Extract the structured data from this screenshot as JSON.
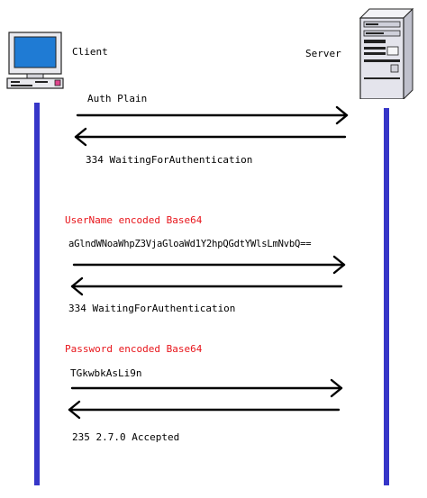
{
  "actors": {
    "client": {
      "label": "Client",
      "icon": "computer-icon"
    },
    "server": {
      "label": "Server",
      "icon": "server-tower-icon"
    }
  },
  "colors": {
    "lifeline": "#3636c8",
    "highlight": "#e8151b"
  },
  "messages": [
    {
      "text": "Auth Plain",
      "direction": "client-to-server"
    },
    {
      "text": "334 WaitingForAuthentication",
      "direction": "server-to-client"
    },
    {
      "heading": "UserName encoded Base64",
      "text": "aGlndWNoaWhpZ3VjaGloaWd1Y2hpQGdtYWlsLmNvbQ==",
      "direction": "client-to-server"
    },
    {
      "text": "334 WaitingForAuthentication",
      "direction": "server-to-client"
    },
    {
      "heading": "Password encoded Base64",
      "text": "TGkwbkAsLi9n",
      "direction": "client-to-server"
    },
    {
      "text": "235 2.7.0 Accepted",
      "direction": "server-to-client"
    }
  ]
}
